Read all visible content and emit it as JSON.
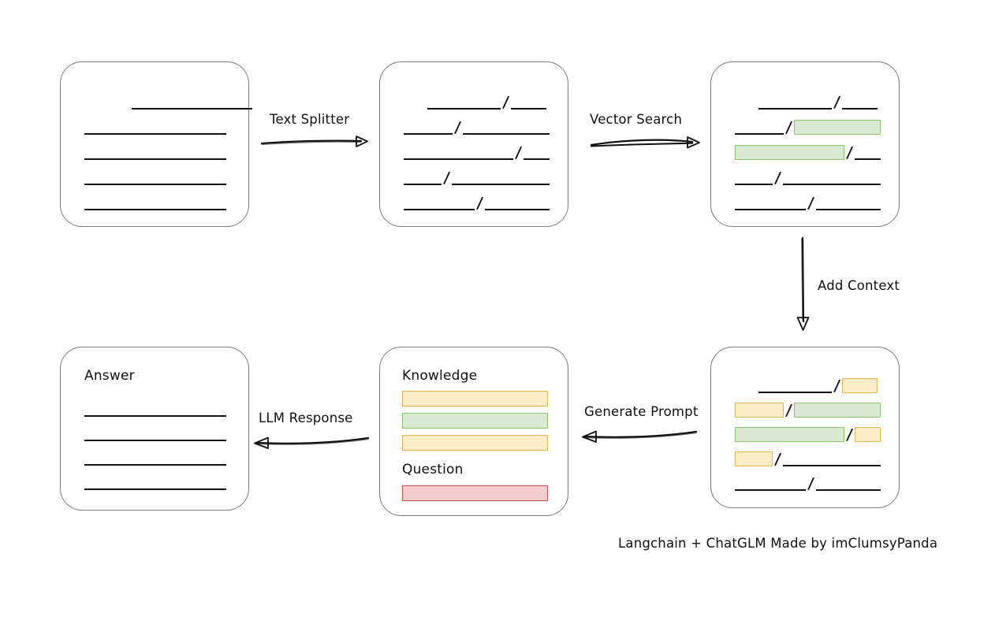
{
  "diagram": {
    "caption": "Langchain + ChatGLM Made by imClumsyPanda",
    "colors": {
      "green_fill": "#d9ead3",
      "green_border": "#8bc26e",
      "yellow_fill": "#fdeec8",
      "yellow_border": "#e0b252",
      "red_fill": "#f4cccc",
      "red_border": "#cc4b4b",
      "card_border": "#7a7a7a",
      "line": "#111111"
    },
    "arrows": [
      {
        "id": "text-splitter",
        "label": "Text Splitter",
        "direction": "right"
      },
      {
        "id": "vector-search",
        "label": "Vector Search",
        "direction": "right"
      },
      {
        "id": "add-context",
        "label": "Add Context",
        "direction": "down"
      },
      {
        "id": "generate-prompt",
        "label": "Generate Prompt",
        "direction": "left"
      },
      {
        "id": "llm-response",
        "label": "LLM Response",
        "direction": "left"
      }
    ],
    "cards": [
      {
        "id": "source-document",
        "heading": null,
        "rows": [
          {
            "items": [
              {
                "type": "indent",
                "w": 60
              },
              {
                "type": "seg",
                "w": 153
              }
            ]
          },
          {
            "items": [
              {
                "type": "seg",
                "w": 180
              }
            ]
          },
          {
            "items": [
              {
                "type": "seg",
                "w": 180
              }
            ]
          },
          {
            "items": [
              {
                "type": "seg",
                "w": 180
              }
            ]
          },
          {
            "items": [
              {
                "type": "seg",
                "w": 180
              }
            ]
          }
        ]
      },
      {
        "id": "split-chunks",
        "heading": null,
        "rows": [
          {
            "items": [
              {
                "type": "indent",
                "w": 30
              },
              {
                "type": "seg",
                "w": 93
              },
              {
                "type": "slash"
              },
              {
                "type": "seg",
                "w": 45
              }
            ]
          },
          {
            "items": [
              {
                "type": "seg",
                "w": 62
              },
              {
                "type": "slash"
              },
              {
                "type": "seg",
                "w": 110
              }
            ]
          },
          {
            "items": [
              {
                "type": "seg",
                "w": 139
              },
              {
                "type": "slash"
              },
              {
                "type": "seg",
                "w": 33
              }
            ]
          },
          {
            "items": [
              {
                "type": "seg",
                "w": 48
              },
              {
                "type": "slash"
              },
              {
                "type": "seg",
                "w": 124
              }
            ]
          },
          {
            "items": [
              {
                "type": "seg",
                "w": 90
              },
              {
                "type": "slash"
              },
              {
                "type": "seg",
                "w": 82
              }
            ]
          }
        ]
      },
      {
        "id": "vector-matches",
        "heading": null,
        "rows": [
          {
            "items": [
              {
                "type": "indent",
                "w": 30
              },
              {
                "type": "seg",
                "w": 93
              },
              {
                "type": "slash"
              },
              {
                "type": "seg",
                "w": 45
              }
            ]
          },
          {
            "items": [
              {
                "type": "seg",
                "w": 62
              },
              {
                "type": "slash"
              },
              {
                "type": "chunk",
                "color": "green",
                "w": 110
              }
            ]
          },
          {
            "items": [
              {
                "type": "chunk",
                "color": "green",
                "w": 139
              },
              {
                "type": "slash"
              },
              {
                "type": "seg",
                "w": 33
              }
            ]
          },
          {
            "items": [
              {
                "type": "seg",
                "w": 48
              },
              {
                "type": "slash"
              },
              {
                "type": "seg",
                "w": 124
              }
            ]
          },
          {
            "items": [
              {
                "type": "seg",
                "w": 90
              },
              {
                "type": "slash"
              },
              {
                "type": "seg",
                "w": 82
              }
            ]
          }
        ]
      },
      {
        "id": "context-chunks",
        "heading": null,
        "rows": [
          {
            "items": [
              {
                "type": "indent",
                "w": 30
              },
              {
                "type": "seg",
                "w": 93
              },
              {
                "type": "slash"
              },
              {
                "type": "chunk",
                "color": "yellow",
                "w": 45
              }
            ]
          },
          {
            "items": [
              {
                "type": "chunk",
                "color": "yellow",
                "w": 62
              },
              {
                "type": "slash"
              },
              {
                "type": "chunk",
                "color": "green",
                "w": 110
              }
            ]
          },
          {
            "items": [
              {
                "type": "chunk",
                "color": "green",
                "w": 139
              },
              {
                "type": "slash"
              },
              {
                "type": "chunk",
                "color": "yellow",
                "w": 33
              }
            ]
          },
          {
            "items": [
              {
                "type": "chunk",
                "color": "yellow",
                "w": 48
              },
              {
                "type": "slash"
              },
              {
                "type": "seg",
                "w": 124
              }
            ]
          },
          {
            "items": [
              {
                "type": "seg",
                "w": 90
              },
              {
                "type": "slash"
              },
              {
                "type": "seg",
                "w": 82
              }
            ]
          }
        ]
      },
      {
        "id": "prompt",
        "heading": null,
        "rows": []
      },
      {
        "id": "answer",
        "heading": "Answer",
        "rows": [
          {
            "items": [
              {
                "type": "seg",
                "w": 180
              }
            ]
          },
          {
            "items": [
              {
                "type": "seg",
                "w": 180
              }
            ]
          },
          {
            "items": [
              {
                "type": "seg",
                "w": 180
              }
            ]
          },
          {
            "items": [
              {
                "type": "seg",
                "w": 180
              }
            ]
          }
        ]
      }
    ],
    "prompt_card": {
      "knowledge_label": "Knowledge",
      "question_label": "Question",
      "knowledge_bars": [
        {
          "color": "yellow",
          "w": 185
        },
        {
          "color": "green",
          "w": 185
        },
        {
          "color": "yellow",
          "w": 185
        }
      ],
      "question_bars": [
        {
          "color": "red",
          "w": 185
        }
      ]
    }
  }
}
